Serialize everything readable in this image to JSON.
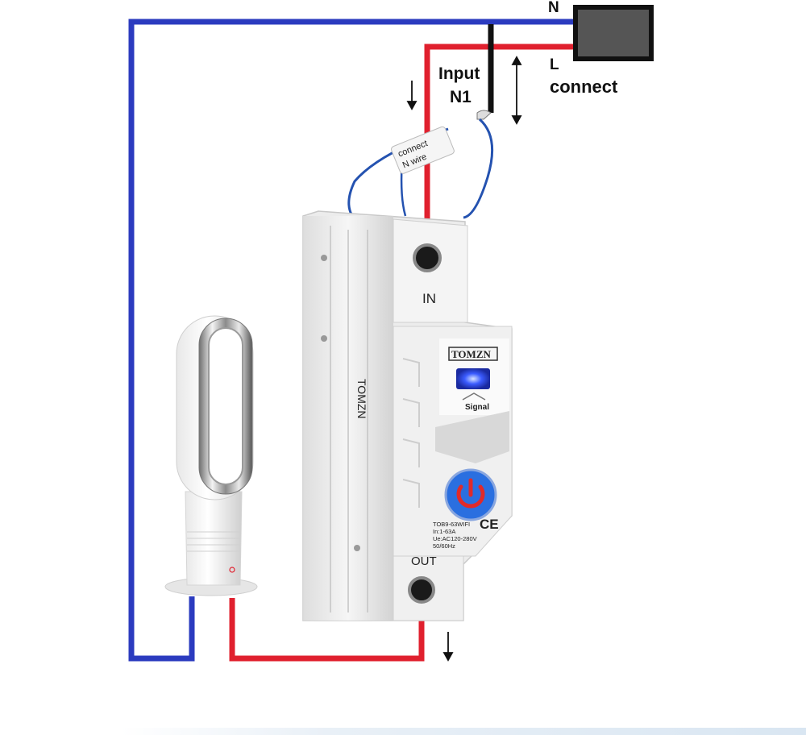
{
  "labels": {
    "n_top": "N",
    "l_top": "L",
    "connect": "connect",
    "input": "Input",
    "n1": "N1",
    "in_port": "IN",
    "out_port": "OUT",
    "tag_line1": "connect",
    "tag_line2": "N wire"
  },
  "device": {
    "brand": "TOMZN",
    "signal": "Signal",
    "model": "TOB9-63WIFI",
    "current": "In:1-63A",
    "voltage": "Ue:AC120-280V",
    "freq": "50/60Hz",
    "ce": "CE",
    "side_brand": "TOMZN"
  },
  "colors": {
    "neutral_wire": "#2b3bbf",
    "live_wire": "#e0202e",
    "signal_led": "#2f5bff",
    "power_button": "#2a6fe0"
  }
}
